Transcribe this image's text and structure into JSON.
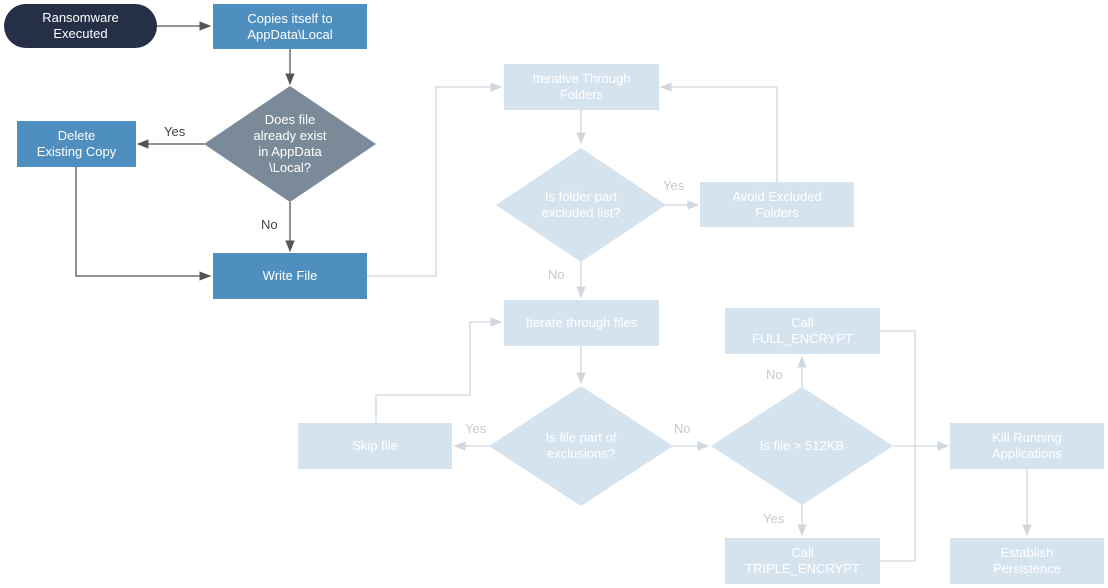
{
  "nodes": {
    "start": "Ransomware\nExecuted",
    "copy": "Copies itself to\nAppData\\Local",
    "exists": "Does file\nalready exist\nin AppData\n\\Local?",
    "delete": "Delete\nExisting Copy",
    "write": "Write File",
    "iter_folders": "Iterative Through\nFolders",
    "folder_excluded": "Is folder part\nexcluded list?",
    "avoid": "Avoid Excluded\nFolders",
    "iter_files": "Iterate through files",
    "file_excl": "Is file part of\nexclusions?",
    "skip": "Skip file",
    "size": "Is file > 512KB",
    "full": "Call\nFULL_ENCRYPT",
    "triple": "Call\nTRIPLE_ENCRYPT",
    "kill": "Kill Running\nApplications",
    "persist": "Establish\nPersistence"
  },
  "edges": {
    "yes_delete": "Yes",
    "no_write": "No",
    "yes_avoid": "Yes",
    "no_files": "No",
    "yes_skip": "Yes",
    "no_size": "No",
    "no_full": "No",
    "yes_triple": "Yes"
  },
  "colors": {
    "dark_pill": "#253047",
    "active_box": "#4f8fc0",
    "active_diamond": "#7a8a99",
    "faded_fill": "#d5e3ef",
    "faded_text": "#ffffff",
    "active_line": "#555555",
    "faded_line": "#d0d7de",
    "active_label": "#444444",
    "faded_label": "#c4cbd2"
  }
}
